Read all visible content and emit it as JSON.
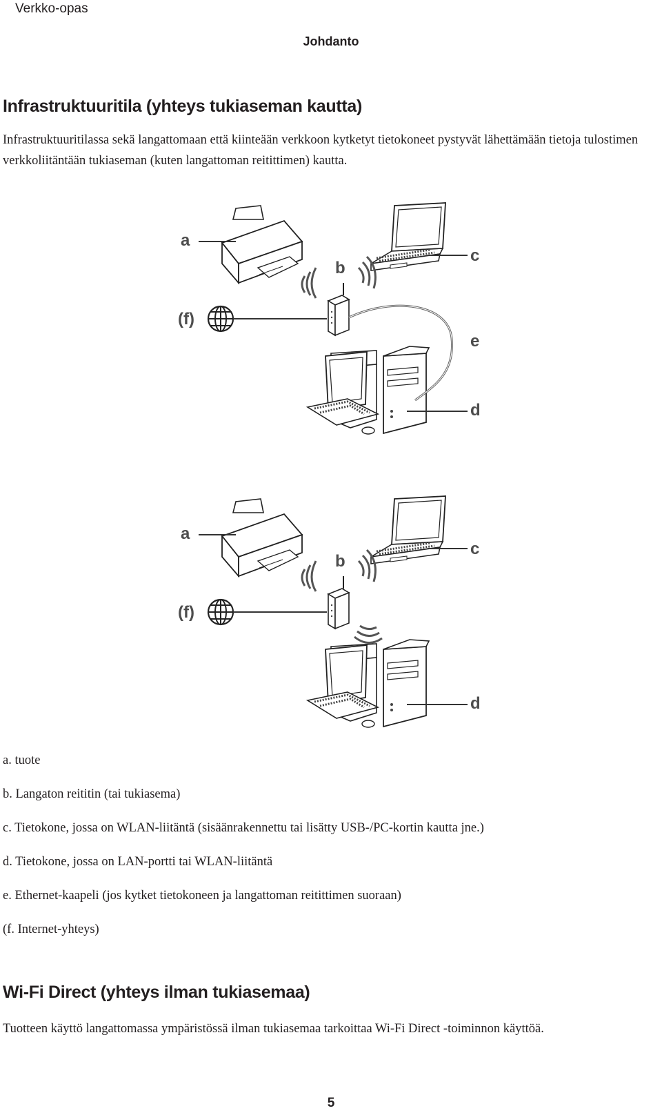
{
  "header": {
    "running_head": "Verkko-opas",
    "chapter": "Johdanto"
  },
  "section_infra": {
    "title": "Infrastruktuuritila (yhteys tukiaseman kautta)",
    "body": "Infrastruktuuritilassa sekä langattomaan että kiinteään verkkoon kytketyt tietokoneet pystyvät lähettämään tietoja tulostimen verkkoliitäntään tukiaseman (kuten langattoman reitittimen) kautta."
  },
  "figure_labels": {
    "a": "a",
    "b": "b",
    "c": "c",
    "d": "d",
    "e": "e",
    "f": "(f)"
  },
  "legend": [
    "a. tuote",
    "b. Langaton reititin (tai tukiasema)",
    "c. Tietokone, jossa on WLAN-liitäntä (sisäänrakennettu tai lisätty USB-/PC-kortin kautta jne.)",
    "d. Tietokone, jossa on LAN-portti tai WLAN-liitäntä",
    "e. Ethernet-kaapeli (jos kytket tietokoneen ja langattoman reitittimen suoraan)",
    "(f. Internet-yhteys)"
  ],
  "section_wifi": {
    "title": "Wi-Fi Direct (yhteys ilman tukiasemaa)",
    "body": "Tuotteen käyttö langattomassa ympäristössä ilman tukiasemaa tarkoittaa Wi-Fi Direct -toiminnon käyttöä."
  },
  "footer": {
    "page_number": "5"
  }
}
